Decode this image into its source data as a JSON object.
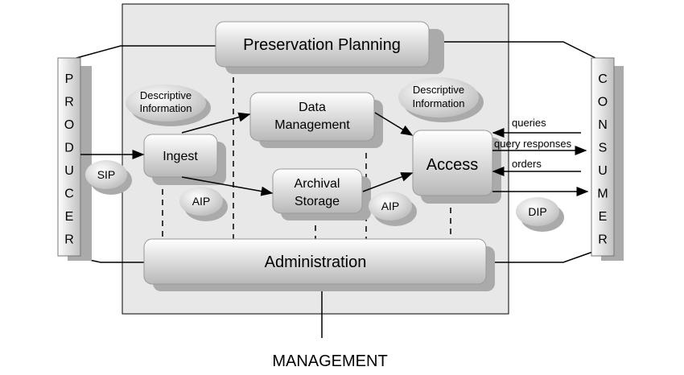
{
  "boxes": {
    "preservation_planning": "Preservation Planning",
    "data_management_1": "Data",
    "data_management_2": "Management",
    "access": "Access",
    "ingest": "Ingest",
    "archival_storage_1": "Archival",
    "archival_storage_2": "Storage",
    "administration": "Administration"
  },
  "pillars": {
    "producer": [
      "P",
      "R",
      "O",
      "D",
      "U",
      "C",
      "E",
      "R"
    ],
    "consumer": [
      "C",
      "O",
      "N",
      "S",
      "U",
      "M",
      "E",
      "R"
    ]
  },
  "ellipses": {
    "desc_left_1": "Descriptive",
    "desc_left_2": "Information",
    "desc_right_1": "Descriptive",
    "desc_right_2": "Information",
    "sip": "SIP",
    "aip_left": "AIP",
    "aip_right": "AIP",
    "dip": "DIP"
  },
  "flows": {
    "queries": "queries",
    "query_responses": "query responses",
    "orders": "orders"
  },
  "management": "MANAGEMENT"
}
